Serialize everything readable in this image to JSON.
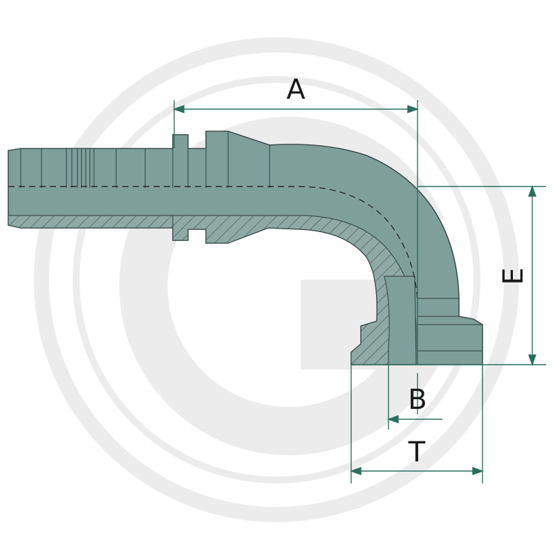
{
  "colors": {
    "background": "#ffffff",
    "watermark": "#ececec",
    "body_fill": "#7f9f9b",
    "body_stroke": "#3a4f4c",
    "section_fill": "#8fa9a5",
    "dimension_line": "#2c6e5e",
    "label": "#1a1a1a"
  },
  "watermark": {
    "logo": "G-circle-logo"
  },
  "dimensions": {
    "A": "A",
    "B": "B",
    "T": "T",
    "E": "E"
  }
}
